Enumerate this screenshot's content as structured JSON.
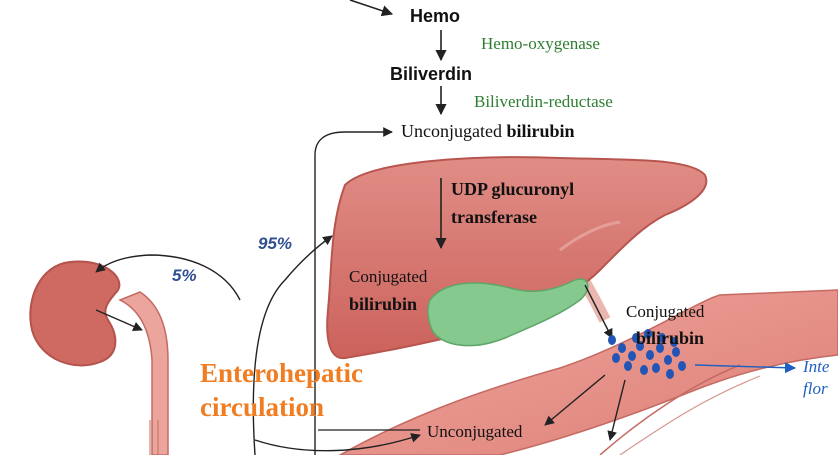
{
  "pathway": {
    "hemo": "Hemo",
    "hemo_oxygenase": "Hemo-oxygenase",
    "biliverdin": "Biliverdin",
    "biliverdin_reductase": "Biliverdin-reductase",
    "unconjugated_prefix": "Unconjugated",
    "bilirubin_word": "bilirubin"
  },
  "liver": {
    "enzyme_line1": "UDP glucuronyl",
    "enzyme_line2": "transferase",
    "conjugated_line1": "Conjugated",
    "conjugated_line2": "bilirubin"
  },
  "intestine": {
    "conjugated_line1": "Conjugated",
    "conjugated_line2": "bilirubin",
    "unconjugated_line1": "Unconjugated"
  },
  "percentages": {
    "to_liver": "95%",
    "to_kidney": "5%"
  },
  "enterohepatic": {
    "line1": "Enterohepatic",
    "line2": "circulation"
  },
  "flora": {
    "line1": "Inte",
    "line2": "flor"
  },
  "colors": {
    "liver": "#d9736d",
    "intestine": "#e89088",
    "gallbladder": "#7fc58a",
    "kidney": "#cc6660",
    "enzyme_text": "#2e7d32",
    "entero_text": "#f07d22",
    "flora_text": "#1f5fbf",
    "dots": "#2255b5"
  }
}
